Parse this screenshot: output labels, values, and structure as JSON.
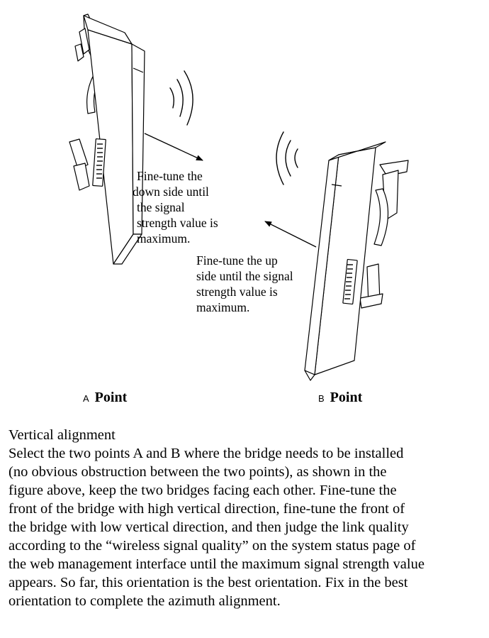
{
  "annotation_a": {
    "lines": [
      "Fine-tune the",
      "down side until",
      "the signal",
      "strength value is",
      "maximum."
    ]
  },
  "annotation_b": {
    "lines": [
      "Fine-tune the up",
      "side until the signal",
      "strength value is",
      "maximum."
    ]
  },
  "point_a": {
    "letter": "A",
    "word": "Point"
  },
  "point_b": {
    "letter": "B",
    "word": "Point"
  },
  "body": {
    "heading": "Vertical alignment",
    "lines": [
      "Select the two points A and B where the bridge needs to be installed",
      "(no obvious obstruction between the two points), as shown in the",
      "figure above, keep the two bridges facing each other. Fine-tune the",
      "front of the bridge with high vertical direction, fine-tune the front of",
      "the bridge with low vertical direction, and then judge the link quality",
      "according to the “wireless signal quality” on the system status page of",
      "the web management interface until the maximum signal strength value",
      "appears. So far, this orientation is the best orientation. Fix in the best",
      "orientation to complete the azimuth alignment."
    ]
  }
}
